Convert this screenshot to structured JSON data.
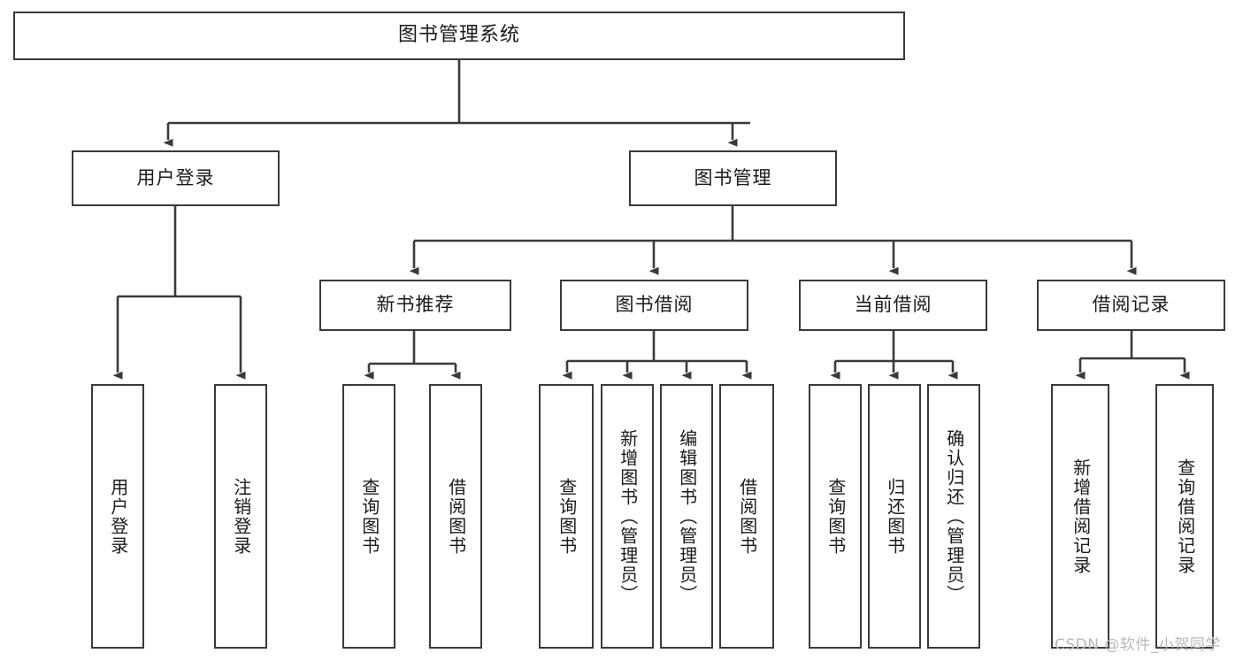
{
  "diagram": {
    "type": "tree-hierarchy-chart",
    "title": "图书管理系统",
    "watermark": "CSDN @软件_小贺同学",
    "colors": {
      "box_border": "#3a3a3a",
      "box_fill": "#ffffff",
      "edge": "#3a3a3a",
      "text": "#1a1a1a",
      "watermark": "#b9b9b9",
      "background": "#ffffff"
    },
    "levels": {
      "level0": [
        {
          "id": "root",
          "label": "图书管理系统",
          "orientation": "horizontal"
        }
      ],
      "level1": [
        {
          "id": "login",
          "label": "用户登录",
          "orientation": "horizontal",
          "parent": "root"
        },
        {
          "id": "bookmgmt",
          "label": "图书管理",
          "orientation": "horizontal",
          "parent": "root"
        }
      ],
      "level2": [
        {
          "id": "newbook",
          "label": "新书推荐",
          "orientation": "horizontal",
          "parent": "bookmgmt"
        },
        {
          "id": "borrow",
          "label": "图书借阅",
          "orientation": "horizontal",
          "parent": "bookmgmt"
        },
        {
          "id": "current",
          "label": "当前借阅",
          "orientation": "horizontal",
          "parent": "bookmgmt"
        },
        {
          "id": "records",
          "label": "借阅记录",
          "orientation": "horizontal",
          "parent": "bookmgmt"
        }
      ],
      "level3": [
        {
          "id": "leaf1",
          "label": "用户登录",
          "orientation": "vertical",
          "parent": "login"
        },
        {
          "id": "leaf2",
          "label": "注销登录",
          "orientation": "vertical",
          "parent": "login"
        },
        {
          "id": "leaf3",
          "label": "查询图书",
          "orientation": "vertical",
          "parent": "newbook"
        },
        {
          "id": "leaf4",
          "label": "借阅图书",
          "orientation": "vertical",
          "parent": "newbook"
        },
        {
          "id": "leaf5",
          "label": "查询图书",
          "orientation": "vertical",
          "parent": "borrow"
        },
        {
          "id": "leaf6",
          "label": "新增图书（管理员）",
          "orientation": "vertical",
          "parent": "borrow"
        },
        {
          "id": "leaf7",
          "label": "编辑图书（管理员）",
          "orientation": "vertical",
          "parent": "borrow"
        },
        {
          "id": "leaf8",
          "label": "借阅图书",
          "orientation": "vertical",
          "parent": "borrow"
        },
        {
          "id": "leaf9",
          "label": "查询图书",
          "orientation": "vertical",
          "parent": "current"
        },
        {
          "id": "leaf10",
          "label": "归还图书",
          "orientation": "vertical",
          "parent": "current"
        },
        {
          "id": "leaf11",
          "label": "确认归还（管理员）",
          "orientation": "vertical",
          "parent": "current"
        },
        {
          "id": "leaf12",
          "label": "新增借阅记录",
          "orientation": "vertical",
          "parent": "records"
        },
        {
          "id": "leaf13",
          "label": "查询借阅记录",
          "orientation": "vertical",
          "parent": "records"
        }
      ]
    }
  }
}
